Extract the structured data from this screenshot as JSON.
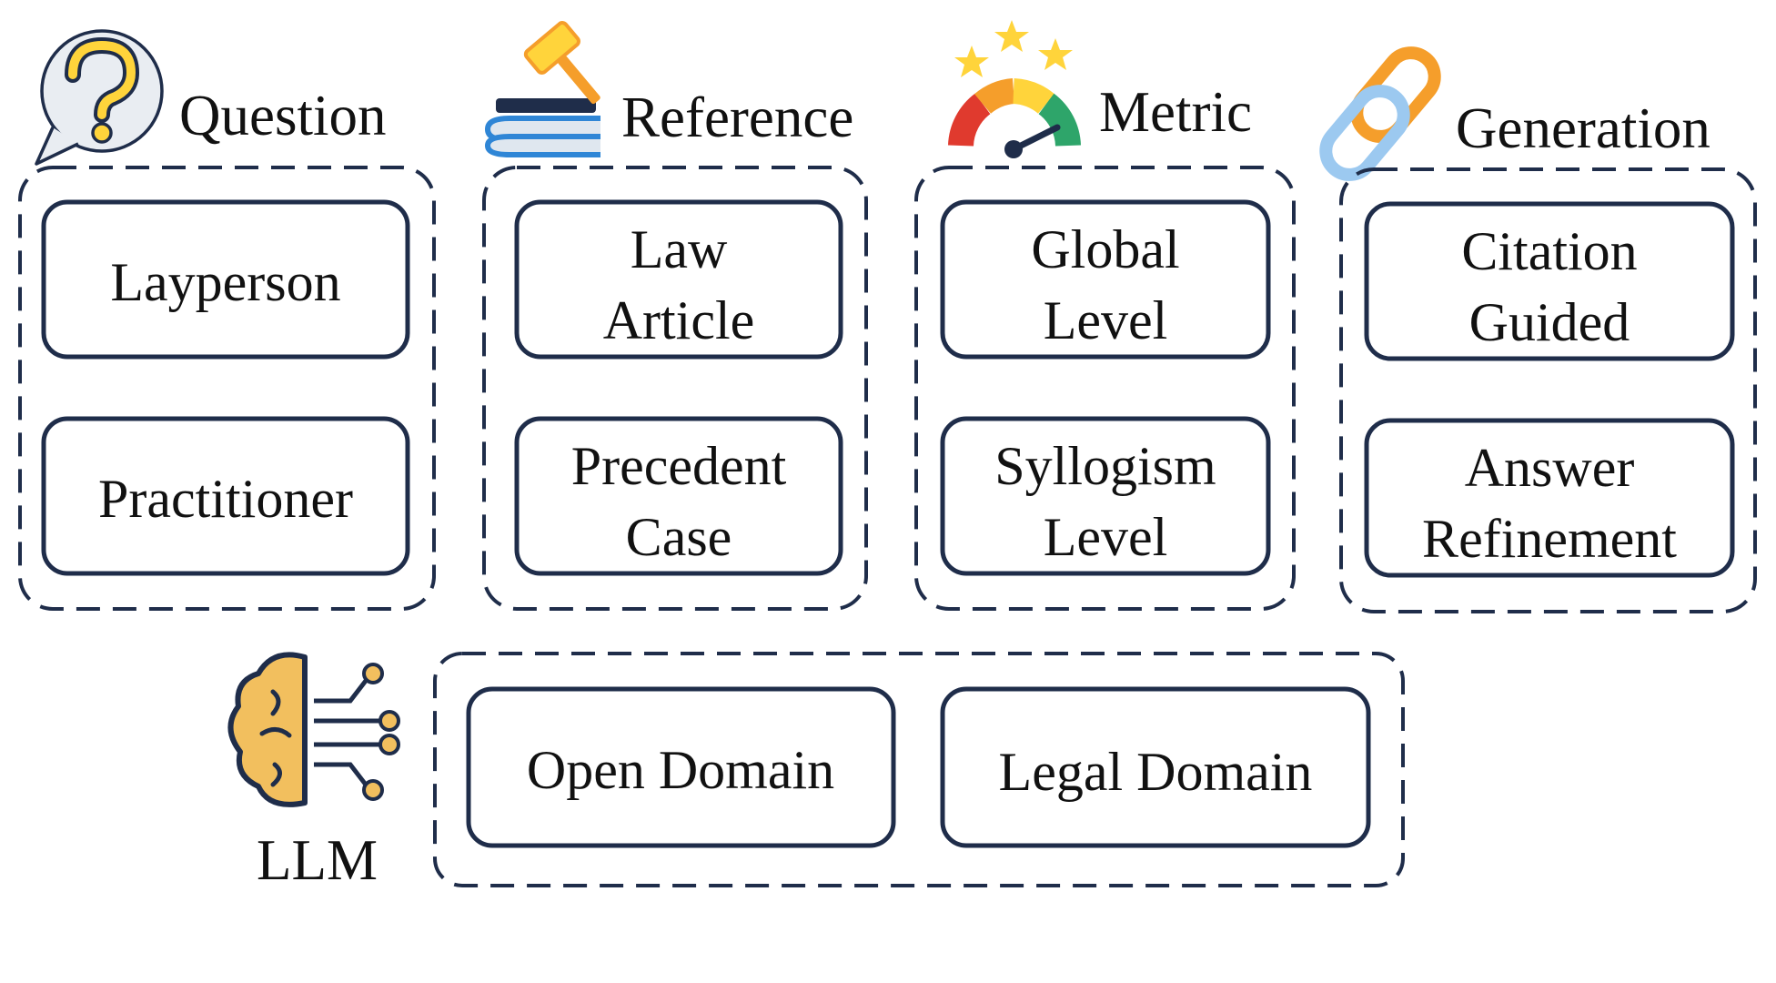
{
  "colors": {
    "border": "#1f2d4a",
    "brain": "#f2bf5e",
    "yellow": "#ffd43b",
    "orange": "#f59e2b",
    "red": "#e03a2e",
    "green": "#2ea56a",
    "blue": "#5aa7e6"
  },
  "groups": {
    "question": {
      "label": "Question",
      "items": [
        "Layperson",
        "Practitioner"
      ]
    },
    "reference": {
      "label": "Reference",
      "items": [
        [
          "Law",
          "Article"
        ],
        [
          "Precedent",
          "Case"
        ]
      ]
    },
    "metric": {
      "label": "Metric",
      "items": [
        [
          "Global",
          "Level"
        ],
        [
          "Syllogism",
          "Level"
        ]
      ]
    },
    "generation": {
      "label": "Generation",
      "items": [
        [
          "Citation",
          "Guided"
        ],
        [
          "Answer",
          "Refinement"
        ]
      ]
    },
    "llm": {
      "label": "LLM",
      "items": [
        "Open Domain",
        "Legal Domain"
      ]
    }
  }
}
